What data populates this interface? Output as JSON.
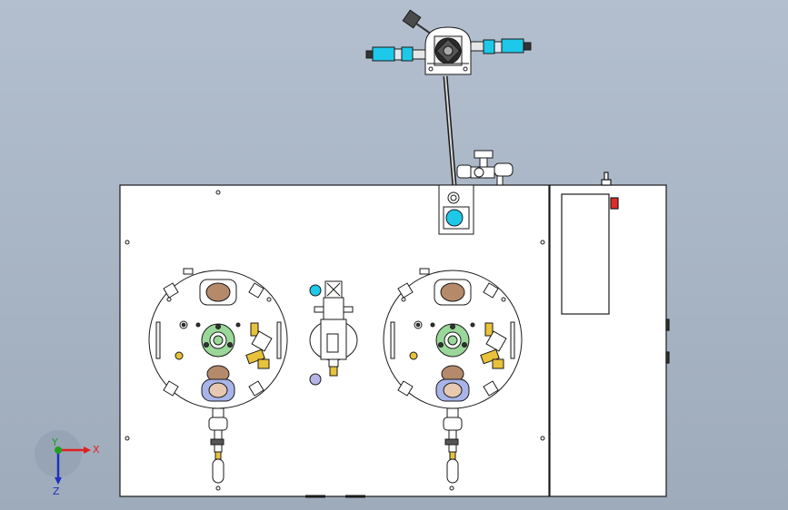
{
  "viewport": {
    "background_top": "#b3bfcf",
    "background_bottom": "#9eabbb"
  },
  "triad": {
    "x_label": "X",
    "y_label": "Y",
    "z_label": "Z",
    "x_color": "#e02020",
    "y_color": "#20a020",
    "z_color": "#2030c0"
  },
  "colors": {
    "panel_fill": "#ffffff",
    "line": "#1a1a1a",
    "cyan_part": "#1ec8e8",
    "green_flange": "#9ad89a",
    "blue_flange": "#a9b4e8",
    "brass": "#e8c23a",
    "bronze": "#b58a6a",
    "red_button": "#e02a2a",
    "lilac_dot": "#b7b4e8"
  }
}
